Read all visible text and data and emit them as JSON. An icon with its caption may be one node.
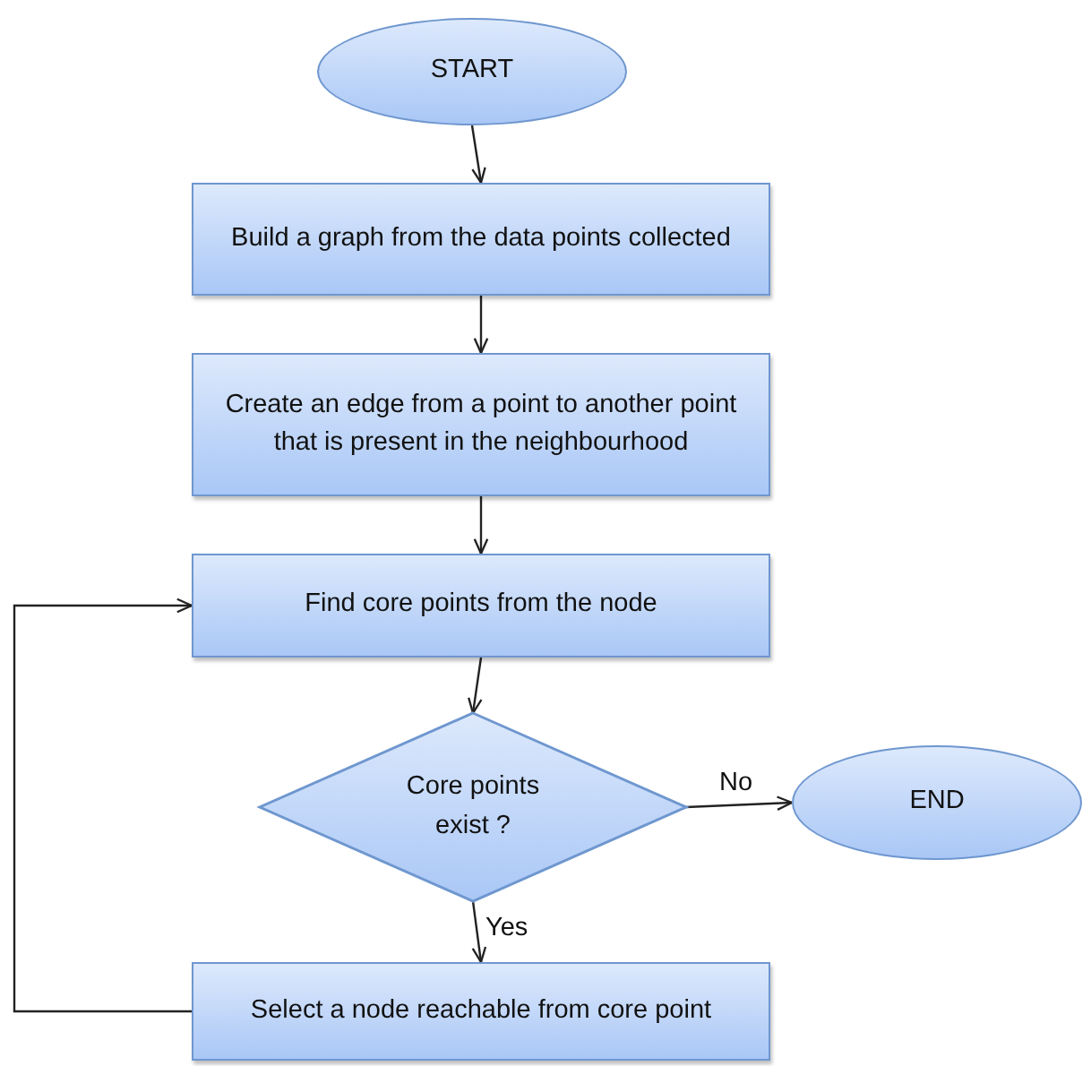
{
  "diagram": {
    "nodes": [
      {
        "text": [
          "START"
        ]
      },
      {
        "text": [
          "Build a graph from the data points collected"
        ]
      },
      {
        "text": [
          "Create an edge from a point to another point that is present in the neighbourhood"
        ]
      },
      {
        "text": [
          "Find core points from the node"
        ]
      },
      {
        "text": [
          "Core points exist ?"
        ]
      },
      {
        "text": [
          "END"
        ]
      },
      {
        "text": [
          "Select a node reachable from core point"
        ]
      }
    ],
    "edges": [
      {
        "from": 0,
        "to": 1,
        "arrow": "to"
      },
      {
        "from": 1,
        "to": 2,
        "arrow": "to"
      },
      {
        "from": 2,
        "to": 3,
        "arrow": "to"
      },
      {
        "from": 3,
        "to": 4,
        "arrow": "to"
      },
      {
        "from": 4,
        "to": 5,
        "label": "No",
        "arrow": "to"
      },
      {
        "from": 4,
        "to": 6,
        "label": "Yes",
        "arrow": "to"
      },
      {
        "from": 6,
        "to": 3,
        "arrow": "to"
      }
    ]
  }
}
